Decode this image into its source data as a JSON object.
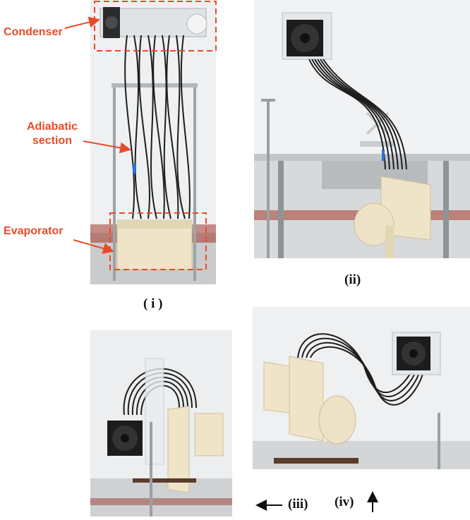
{
  "labels": {
    "condenser": "Condenser",
    "adiabatic_line1": "Adiabatic",
    "adiabatic_line2": "section",
    "evaporator": "Evaporator"
  },
  "captions": {
    "i": "( i )",
    "ii": "(ii)",
    "iii": "(iii)",
    "iv": "(iv)"
  },
  "colors": {
    "annotation_red": "#e84b2a",
    "caption_black": "#111111"
  }
}
